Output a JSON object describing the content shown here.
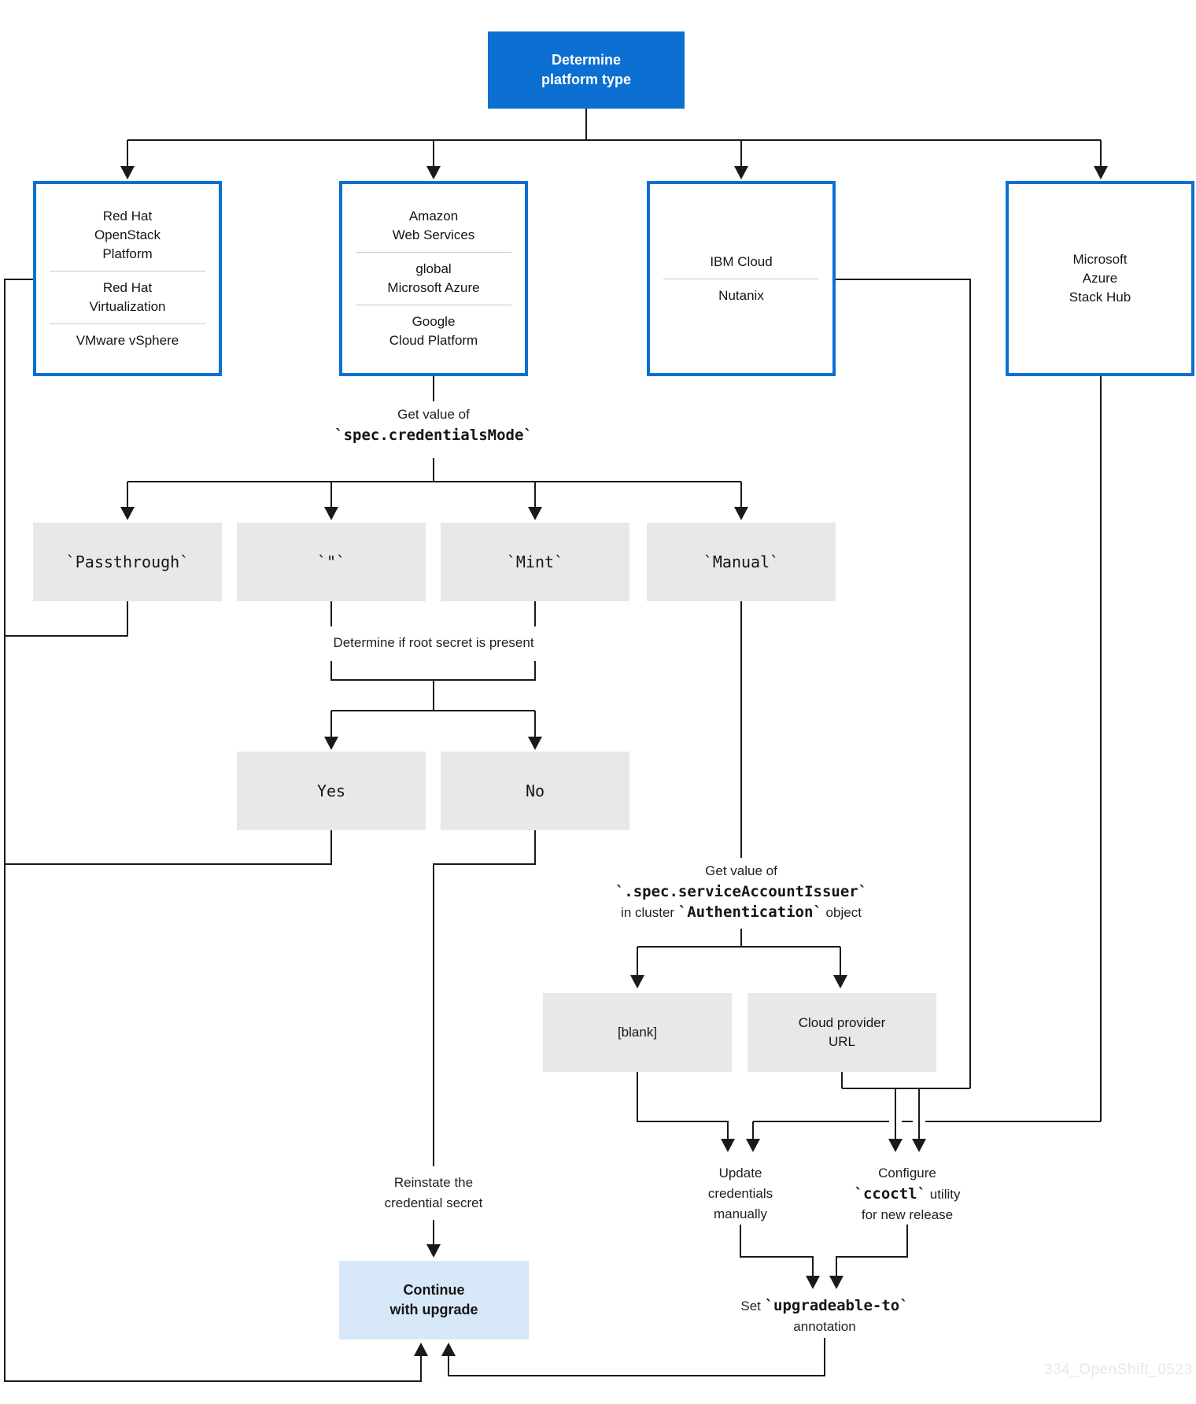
{
  "colors": {
    "accent_blue": "#0c6fd2",
    "node_gray": "#e8e8e8",
    "continue_blue": "#d7e8f8",
    "line": "#1a1a1a",
    "watermark_gray": "#e8e8ea"
  },
  "title": {
    "label": "Determine\nplatform type"
  },
  "platforms": [
    {
      "items": [
        "Red Hat\nOpenStack\nPlatform",
        "Red Hat\nVirtualization",
        "VMware vSphere"
      ]
    },
    {
      "items": [
        "Amazon\nWeb Services",
        "global\nMicrosoft Azure",
        "Google\nCloud Platform"
      ]
    },
    {
      "items": [
        "IBM Cloud",
        "Nutanix"
      ]
    },
    {
      "items": [
        "Microsoft\nAzure\nStack Hub"
      ]
    }
  ],
  "credentials_mode": {
    "prompt_line1": "Get value of",
    "prompt_code": "`spec.credentialsMode`",
    "modes": [
      "`Passthrough`",
      "`\"`",
      "`Mint`",
      "`Manual`"
    ]
  },
  "root_secret": {
    "prompt": "Determine if root secret is present",
    "yes": "Yes",
    "no": "No"
  },
  "service_account_issuer": {
    "line1": "Get value of",
    "code": "`.spec.serviceAccountIssuer`",
    "line3_pre": "in cluster ",
    "line3_code": "`Authentication`",
    "line3_post": " object",
    "blank": "[blank]",
    "cloud_provider_url": "Cloud provider\nURL"
  },
  "actions": {
    "update_credentials": "Update\ncredentials\nmanually",
    "configure_line1": "Configure",
    "configure_code": "`ccoctl`",
    "configure_after_code": " utility",
    "configure_line3": "for new release",
    "set_pre": "Set ",
    "set_code": "`upgradeable-to`",
    "set_line2": "annotation",
    "reinstate": "Reinstate the\ncredential secret",
    "continue_label": "Continue\nwith upgrade"
  },
  "watermark": "334_OpenShift_0523"
}
